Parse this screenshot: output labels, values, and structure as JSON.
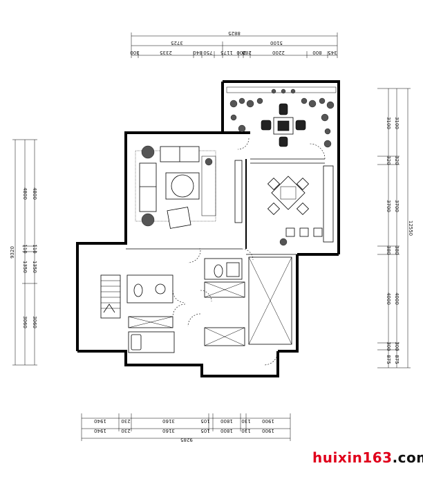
{
  "drawing": {
    "top_dims": {
      "overall": "8825",
      "row2": [
        "3725",
        "5100"
      ],
      "row3": [
        "300",
        "2335",
        "840",
        "750",
        "1175",
        "200",
        "280",
        "2200",
        "800",
        "345"
      ]
    },
    "bottom_dims": {
      "row1": [
        "1940",
        "230",
        "3160",
        "105",
        "1800",
        "130",
        "1900"
      ],
      "row2": [
        "1940",
        "230",
        "3160",
        "105",
        "1800",
        "130",
        "1900"
      ],
      "overall": "9285"
    },
    "left_dims": {
      "overall": "9320",
      "row1": [
        "4800",
        "110",
        "1350",
        "3060"
      ],
      "row2": [
        "4800",
        "110",
        "1350",
        "3060"
      ]
    },
    "right_dims": {
      "overall": "12550",
      "row1": [
        "3100",
        "320",
        "3700",
        "380",
        "4000",
        "300",
        "875"
      ],
      "row2": [
        "3100",
        "320",
        "3700",
        "380",
        "4000",
        "300",
        "875"
      ]
    }
  },
  "watermark": {
    "part1": "huixin163",
    "part2": ".com",
    "color_red": "#e0001b",
    "color_black": "#111111"
  }
}
